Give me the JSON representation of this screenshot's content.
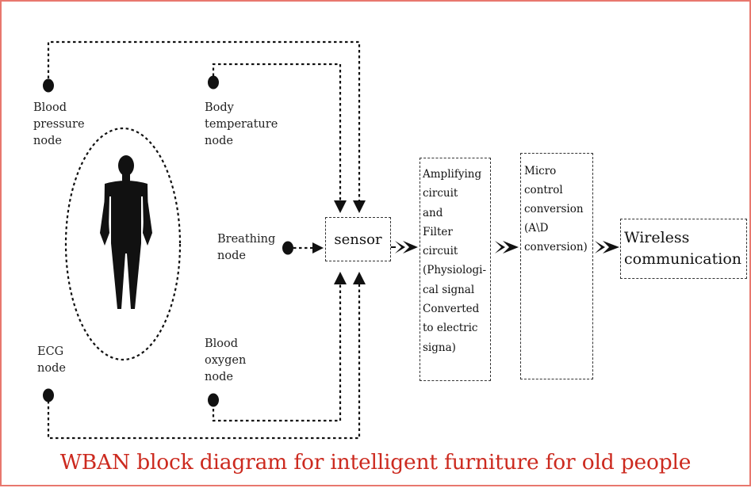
{
  "nodes": {
    "blood_pressure": "Blood\npressure\nnode",
    "body_temperature": "Body\ntemperature\nnode",
    "breathing": "Breathing\nnode",
    "ecg": "ECG\nnode",
    "blood_oxygen": "Blood\noxygen\nnode"
  },
  "blocks": {
    "sensor": "sensor",
    "amplifying": "Amplifying\ncircuit\nand\nFilter\ncircuit\n(Physiologi-\ncal signal\nConverted\nto electric\nsigna)",
    "micro_control": "Micro\ncontrol\nconversion\n(A\\D\nconversion)",
    "wireless": "Wireless\ncommunication"
  },
  "caption": "WBAN block diagram for intelligent furniture for old people",
  "colors": {
    "border": "#e8776e",
    "caption": "#cc2a1f",
    "line": "#111111"
  }
}
